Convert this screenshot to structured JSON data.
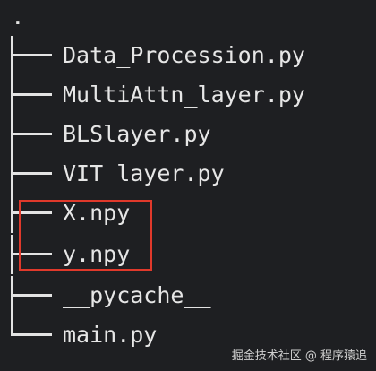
{
  "tree": {
    "root_label": ".",
    "items": [
      {
        "label": "Data_Procession.py"
      },
      {
        "label": "MultiAttn_layer.py"
      },
      {
        "label": "BLSlayer.py"
      },
      {
        "label": "VIT_layer.py"
      },
      {
        "label": "X.npy"
      },
      {
        "label": "y.npy"
      },
      {
        "label": "__pycache__"
      },
      {
        "label": "main.py"
      }
    ]
  },
  "watermark": "掘金技术社区 @ 程序猿追",
  "colors": {
    "background": "#1e1f22",
    "text": "#e6e6e6",
    "highlight_border": "#e0392b"
  }
}
